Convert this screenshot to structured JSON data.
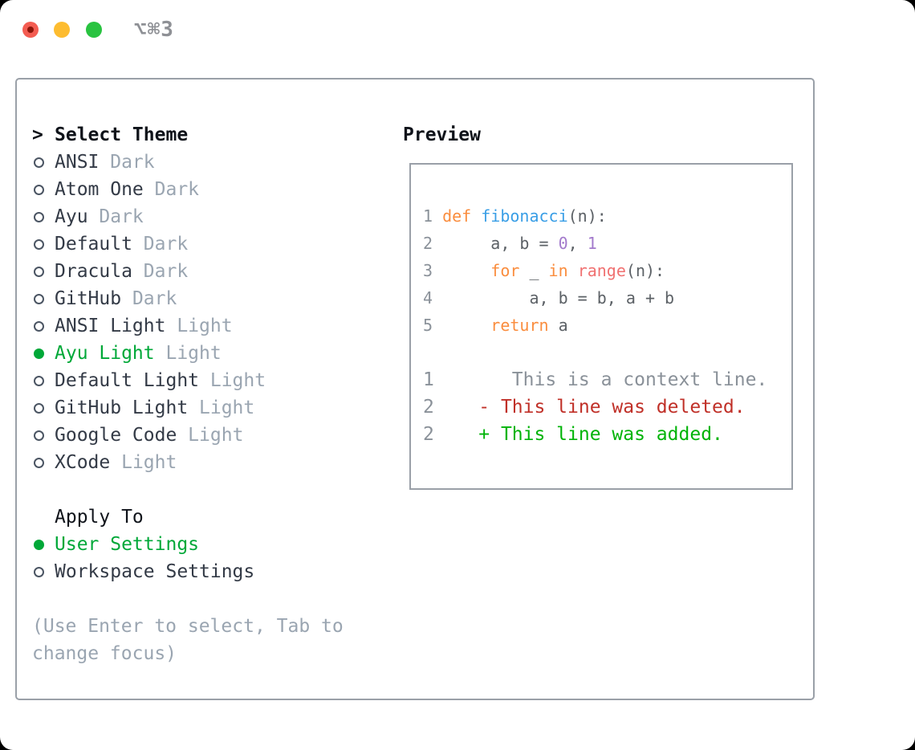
{
  "window": {
    "title": "⌥⌘3"
  },
  "colors": {
    "traffic_red": "#f35c51",
    "traffic_red_dot": "#8c1408",
    "traffic_yellow": "#fdbc30",
    "traffic_green": "#29c340",
    "titlebar_text": "#8e9095",
    "border": "#9aa0a8",
    "header_text": "#0f131a",
    "item_text": "#333a46",
    "muted": "#9aa5b1",
    "radio_outline": "#4b5563",
    "accent_green": "#00a838",
    "line_number": "#8a9199",
    "code_default": "#5c6166",
    "keyword_orange": "#fa8d3e",
    "function_blue": "#399ee6",
    "number_purple": "#a37acc",
    "builtin_coral": "#f07171",
    "context_gray": "#8a9199",
    "deleted_red": "#c03028",
    "added_green": "#00b307"
  },
  "selector": {
    "header_marker": ">",
    "header": "Select Theme",
    "themes": [
      {
        "name": "ANSI",
        "variant": "Dark",
        "selected": false
      },
      {
        "name": "Atom One",
        "variant": "Dark",
        "selected": false
      },
      {
        "name": "Ayu",
        "variant": "Dark",
        "selected": false
      },
      {
        "name": "Default",
        "variant": "Dark",
        "selected": false
      },
      {
        "name": "Dracula",
        "variant": "Dark",
        "selected": false
      },
      {
        "name": "GitHub",
        "variant": "Dark",
        "selected": false
      },
      {
        "name": "ANSI Light",
        "variant": "Light",
        "selected": false
      },
      {
        "name": "Ayu Light",
        "variant": "Light",
        "selected": true
      },
      {
        "name": "Default Light",
        "variant": "Light",
        "selected": false
      },
      {
        "name": "GitHub Light",
        "variant": "Light",
        "selected": false
      },
      {
        "name": "Google Code",
        "variant": "Light",
        "selected": false
      },
      {
        "name": "XCode",
        "variant": "Light",
        "selected": false
      }
    ],
    "apply_header": "Apply To",
    "apply_options": [
      {
        "name": "User Settings",
        "selected": true
      },
      {
        "name": "Workspace Settings",
        "selected": false
      }
    ],
    "hint_lines": [
      "(Use Enter to select, Tab to",
      "change focus)"
    ]
  },
  "preview": {
    "title": "Preview",
    "lines": [
      {
        "size": "code",
        "tokens": [
          [
            "1",
            "ln"
          ],
          [
            " ",
            "code"
          ],
          [
            "def",
            "kw"
          ],
          [
            " ",
            "code"
          ],
          [
            "fibonacci",
            "fn"
          ],
          [
            "(n):",
            "code"
          ]
        ]
      },
      {
        "size": "code",
        "tokens": [
          [
            "2",
            "ln"
          ],
          [
            "      a, b = ",
            "code"
          ],
          [
            "0",
            "num"
          ],
          [
            ", ",
            "code"
          ],
          [
            "1",
            "num"
          ]
        ]
      },
      {
        "size": "code",
        "tokens": [
          [
            "3",
            "ln"
          ],
          [
            "      ",
            "code"
          ],
          [
            "for",
            "kw"
          ],
          [
            " _ ",
            "code"
          ],
          [
            "in",
            "kw"
          ],
          [
            " ",
            "code"
          ],
          [
            "range",
            "call"
          ],
          [
            "(n):",
            "code"
          ]
        ]
      },
      {
        "size": "code",
        "tokens": [
          [
            "4",
            "ln"
          ],
          [
            "          a, b = b, a + b",
            "code"
          ]
        ]
      },
      {
        "size": "code",
        "tokens": [
          [
            "5",
            "ln"
          ],
          [
            "      ",
            "code"
          ],
          [
            "return",
            "kw"
          ],
          [
            " a",
            "code"
          ]
        ]
      },
      {
        "size": "code",
        "tokens": []
      },
      {
        "size": "diff",
        "tokens": [
          [
            "1",
            "ln"
          ],
          [
            "       This is a context line.",
            "ctx"
          ]
        ]
      },
      {
        "size": "diff",
        "tokens": [
          [
            "2",
            "ln"
          ],
          [
            "    ",
            "code"
          ],
          [
            "- This line was deleted.",
            "del"
          ]
        ]
      },
      {
        "size": "diff",
        "tokens": [
          [
            "2",
            "ln"
          ],
          [
            "    ",
            "code"
          ],
          [
            "+ This line was added.",
            "add"
          ]
        ]
      }
    ]
  }
}
